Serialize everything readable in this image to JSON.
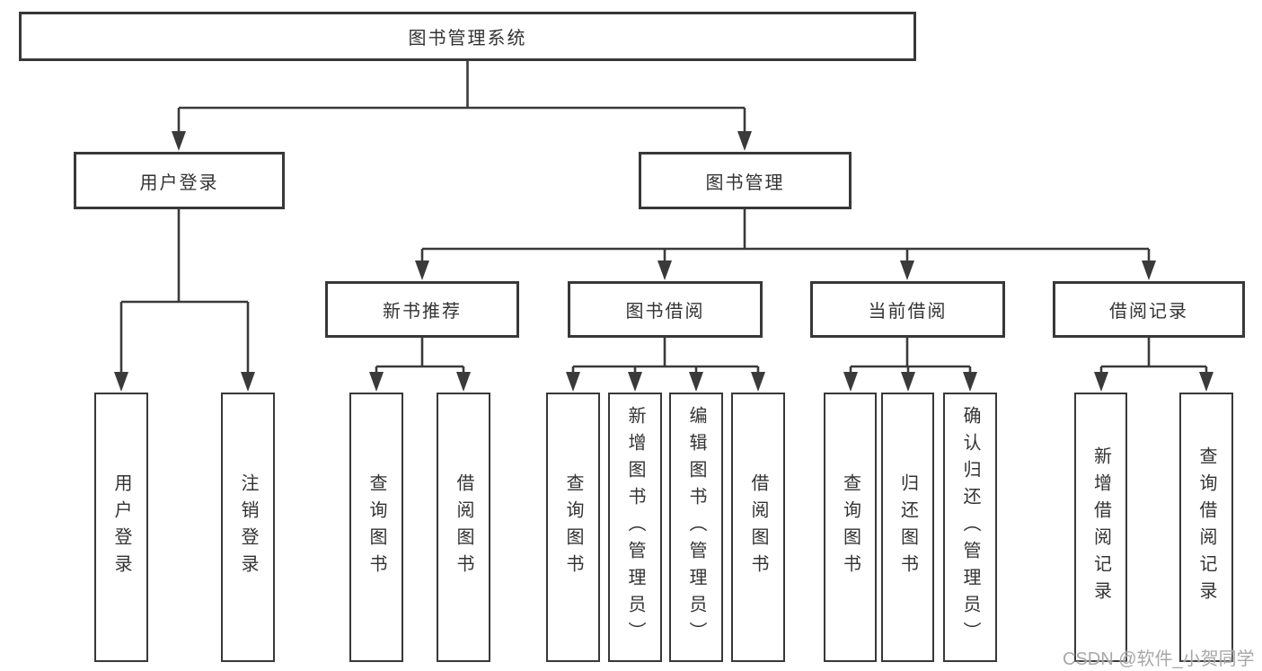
{
  "diagram_title": "图书管理系统",
  "nodes": {
    "root": {
      "label": "图书管理系统"
    },
    "level2": [
      {
        "label": "用户登录"
      },
      {
        "label": "图书管理"
      }
    ],
    "level3": [
      {
        "label": "新书推荐",
        "parent": "图书管理"
      },
      {
        "label": "图书借阅",
        "parent": "图书管理"
      },
      {
        "label": "当前借阅",
        "parent": "图书管理"
      },
      {
        "label": "借阅记录",
        "parent": "图书管理"
      }
    ],
    "leaves": [
      {
        "label": "用户登录",
        "parent": "用户登录"
      },
      {
        "label": "注销登录",
        "parent": "用户登录"
      },
      {
        "label": "查询图书",
        "parent": "新书推荐"
      },
      {
        "label": "借阅图书",
        "parent": "新书推荐"
      },
      {
        "label": "查询图书",
        "parent": "图书借阅"
      },
      {
        "label": "新增图书（管理员）",
        "parent": "图书借阅"
      },
      {
        "label": "编辑图书（管理员）",
        "parent": "图书借阅"
      },
      {
        "label": "借阅图书",
        "parent": "图书借阅"
      },
      {
        "label": "查询图书",
        "parent": "当前借阅"
      },
      {
        "label": "归还图书",
        "parent": "当前借阅"
      },
      {
        "label": "确认归还（管理员）",
        "parent": "当前借阅"
      },
      {
        "label": "新增借阅记录",
        "parent": "借阅记录"
      },
      {
        "label": "查询借阅记录",
        "parent": "借阅记录"
      }
    ]
  },
  "watermark": "CSDN @软件_小贺同学",
  "colors": {
    "line": "#3a3a3a",
    "border": "#383838",
    "text": "#333333",
    "watermark": "#9e9ea0",
    "background": "#ffffff"
  }
}
